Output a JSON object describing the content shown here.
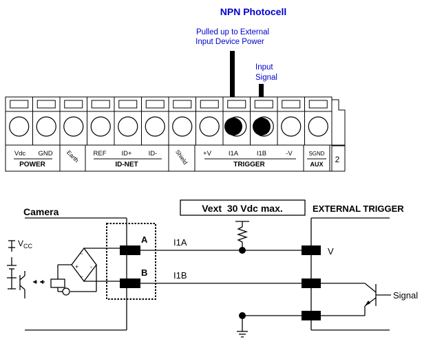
{
  "top": {
    "title": "NPN Photocell",
    "pullup_line1": "Pulled up to External",
    "pullup_line2": "Input Device Power",
    "input_line1": "Input",
    "input_line2": "Signal"
  },
  "terminals": {
    "vdc": "Vdc",
    "gnd": "GND",
    "power": "POWER",
    "earth": "Earth",
    "ref": "REF",
    "id_plus": "ID+",
    "id_minus": "ID-",
    "id_net": "ID-NET",
    "shield": "Shield",
    "plus_v": "+V",
    "i1a": "I1A",
    "i1b": "I1B",
    "minus_v": "-V",
    "trigger": "TRIGGER",
    "sgnd": "SGND",
    "aux": "AUX",
    "two": "2"
  },
  "schematic": {
    "camera": "Camera",
    "vext": "Vext  30 Vdc max.",
    "external_trigger": "EXTERNAL TRIGGER",
    "vcc_main": "V",
    "vcc_sub": "CC",
    "a": "A",
    "b": "B",
    "i1a": "I1A",
    "i1b": "I1B",
    "v": "V",
    "signal": "Signal"
  },
  "colors": {
    "accent_blue": "#0000cc",
    "line": "#000000"
  }
}
